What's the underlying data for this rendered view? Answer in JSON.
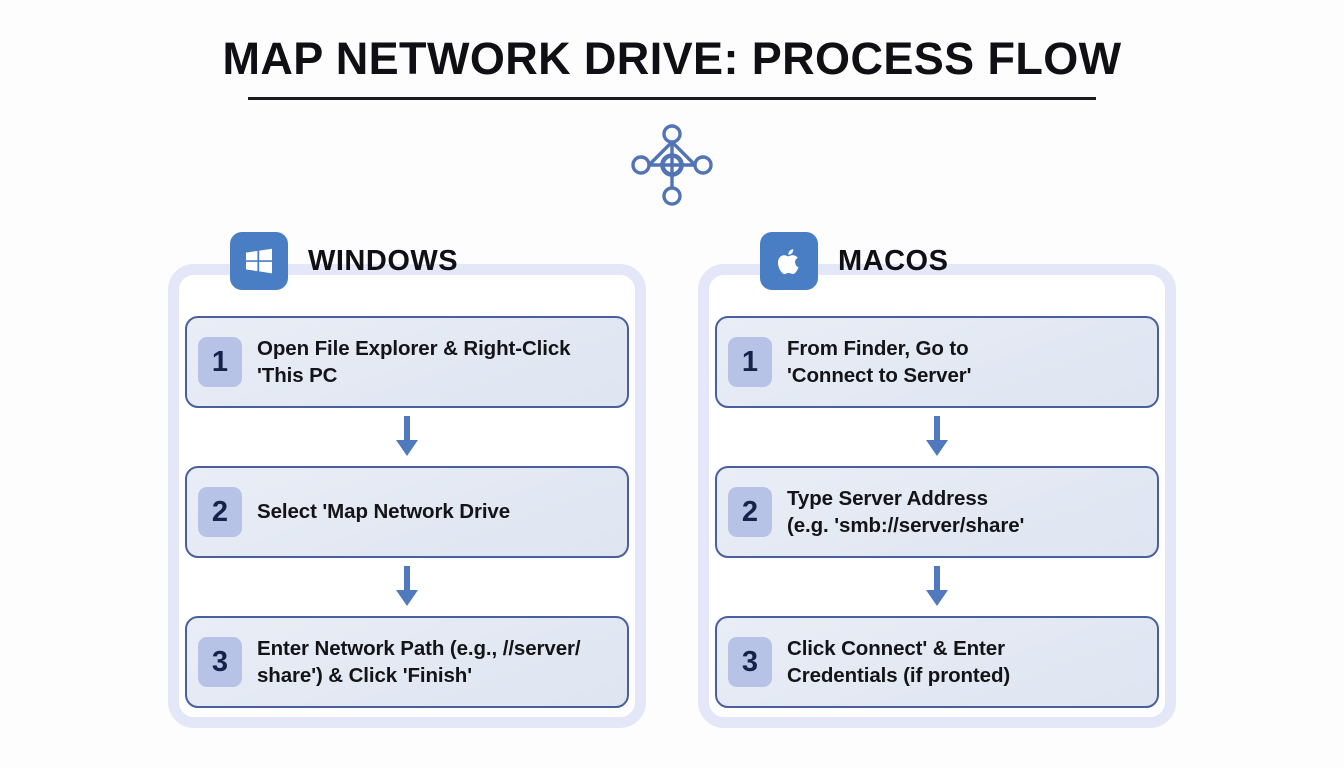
{
  "header": {
    "title": "MAP NETWORK DRIVE: PROCESS FLOW",
    "hero_icon": "network-hub-icon"
  },
  "theme": {
    "background": "#fdfdfe",
    "accent_blue": "#4a7ec4",
    "card_border": "#4a5f9e",
    "card_fill_top": "#e9edf6",
    "card_fill_bottom": "#dee5f1",
    "panel_border": "#e3e7f7",
    "badge_fill": "#b6c3e6",
    "badge_text": "#16224a",
    "title_color": "#101014",
    "arrow_color": "#4a7ec4"
  },
  "columns": [
    {
      "id": "windows",
      "os_name": "WINDOWS",
      "logo_icon": "windows-logo-icon",
      "steps": [
        {
          "number": "1",
          "text": "Open File Explorer & Right-Click\n'This PC"
        },
        {
          "number": "2",
          "text": "Select 'Map Network Drive"
        },
        {
          "number": "3",
          "text": "Enter Network Path (e.g., //server/\nshare') & Click 'Finish'"
        }
      ],
      "connectors": [
        {
          "icon": "arrow-down-icon"
        },
        {
          "icon": "arrow-down-icon"
        }
      ]
    },
    {
      "id": "macos",
      "os_name": "MACOS",
      "logo_icon": "apple-logo-icon",
      "steps": [
        {
          "number": "1",
          "text": "From Finder, Go to\n'Connect to Server'"
        },
        {
          "number": "2",
          "text": "Type Server Address\n(e.g. 'smb://server/share'"
        },
        {
          "number": "3",
          "text": "Click Connect' & Enter\nCredentials (if pronted)"
        }
      ],
      "connectors": [
        {
          "icon": "arrow-down-icon"
        },
        {
          "icon": "arrow-down-icon"
        }
      ]
    }
  ]
}
